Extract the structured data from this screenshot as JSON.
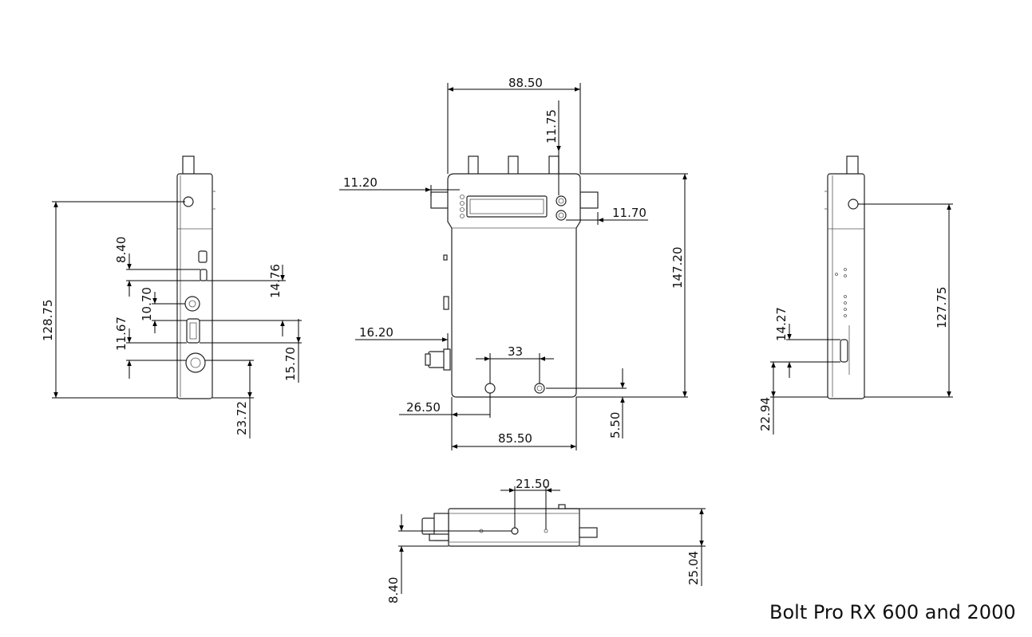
{
  "caption": "Bolt Pro RX 600 and 2000",
  "left_view": {
    "height_128_75": "128.75",
    "d_8_40": "8.40",
    "d_14_76": "14.76",
    "d_10_70": "10.70",
    "d_11_67": "11.67",
    "d_15_70": "15.70",
    "d_23_72": "23.72"
  },
  "front_view": {
    "width_88_50": "88.50",
    "d_11_75": "11.75",
    "d_11_20": "11.20",
    "d_11_70": "11.70",
    "height_147_20": "147.20",
    "d_16_20": "16.20",
    "d_33": "33",
    "d_26_50": "26.50",
    "width_85_50": "85.50",
    "d_5_50": "5.50"
  },
  "right_view": {
    "height_127_75": "127.75",
    "d_14_27": "14.27",
    "d_22_94": "22.94"
  },
  "bottom_view": {
    "d_21_50": "21.50",
    "d_8_40": "8.40",
    "depth_25_04": "25.04"
  }
}
